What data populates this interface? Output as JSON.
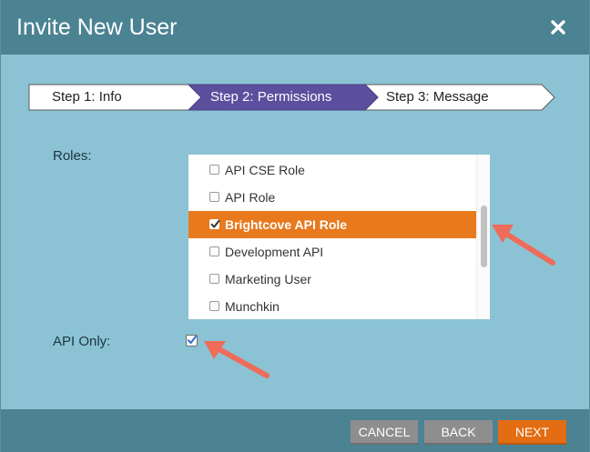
{
  "dialog": {
    "title": "Invite New User",
    "close_icon": "close-icon"
  },
  "steps": [
    {
      "label": "Step 1: Info",
      "active": false
    },
    {
      "label": "Step 2: Permissions",
      "active": true
    },
    {
      "label": "Step 3: Message",
      "active": false
    }
  ],
  "form": {
    "roles_label": "Roles:",
    "api_only_label": "API Only:",
    "api_only_checked": true
  },
  "roles": [
    {
      "label": "API CSE Role",
      "checked": false
    },
    {
      "label": "API Role",
      "checked": false
    },
    {
      "label": "Brightcove API Role",
      "checked": true
    },
    {
      "label": "Development API",
      "checked": false
    },
    {
      "label": "Marketing User",
      "checked": false
    },
    {
      "label": "Munchkin",
      "checked": false
    }
  ],
  "footer": {
    "cancel_label": "CANCEL",
    "back_label": "BACK",
    "next_label": "NEXT"
  },
  "colors": {
    "header": "#4b8393",
    "body": "#8bc3d4",
    "active_step": "#5c4f9e",
    "selected_row": "#e8791c",
    "annotation_arrow": "#ef6b5a",
    "primary_button": "#e36d12",
    "secondary_button": "#8e8e8e"
  }
}
